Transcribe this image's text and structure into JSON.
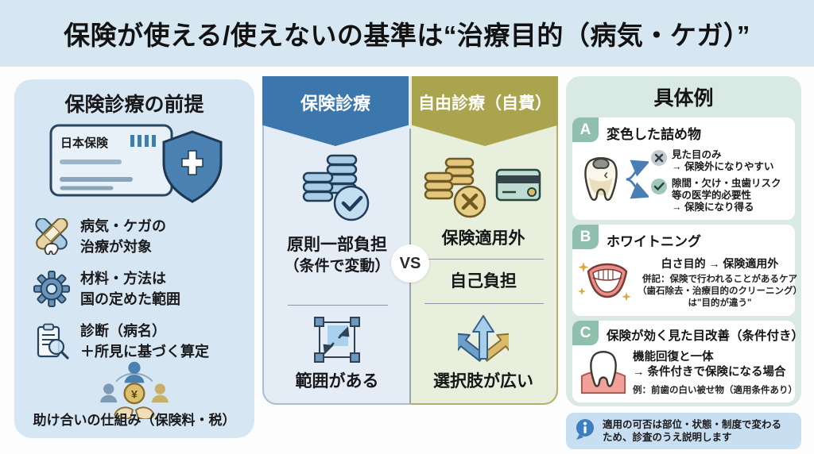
{
  "header": {
    "title": "保険が使える/使えないの基準は“治療目的（病気・ケガ）”"
  },
  "left_panel": {
    "heading": "保険診療の前提",
    "insurance_card_label": "日本保険",
    "coin_symbol": "¥",
    "items": [
      {
        "icon": "bandages-tooth-icon",
        "line1": "病気・ケガの",
        "line2": "治療が対象"
      },
      {
        "icon": "gear-icon",
        "line1": "材料・方法は",
        "line2": "国の定めた範囲"
      },
      {
        "icon": "clipboard-search-icon",
        "line1": "診断（病名）",
        "line2": "＋所見に基づく算定"
      }
    ],
    "footer": "助け合いの仕組み（保険料・税）"
  },
  "comparison": {
    "vs_label": "VS",
    "insurance_column": {
      "header": "保険診療",
      "cost_line1": "原則一部負担",
      "cost_line2": "（条件で変動）",
      "scope": "範囲がある",
      "accent_color": "#3b77ad"
    },
    "free_column": {
      "header": "自由診療（自費）",
      "coverage": "保険適用外",
      "cost": "自己負担",
      "choice": "選択肢が広い",
      "accent_color": "#aba44e"
    }
  },
  "examples": {
    "heading": "具体例",
    "cards": [
      {
        "badge": "A",
        "title": "変色した詰め物",
        "no_line1": "見た目のみ",
        "no_line2": "→ 保険外になりやすい",
        "yes_line1": "隙間・欠け・虫歯リスク",
        "yes_line2": "等の医学的必要性",
        "yes_line3": "→ 保険になり得る"
      },
      {
        "badge": "B",
        "title": "ホワイトニング",
        "main": "白さ目的 → 保険適用外",
        "note_line1": "併記：保険で行われることがあるケア",
        "note_line2": "（歯石除去・治療目的のクリーニング）",
        "note_line3": "は\"目的が違う\""
      },
      {
        "badge": "C",
        "title": "保険が効く見た目改善（条件付き）",
        "main_line1": "機能回復と一体",
        "main_line2": "→ 条件付きで保険になる場合",
        "note": "例：前歯の白い被せ物（適用条件あり）"
      }
    ],
    "footnote": {
      "line1": "適用の可否は部位・状態・制度で変わる",
      "line2": "ため、診査のうえ説明します"
    }
  },
  "colors": {
    "header_band": "#d7e7f2",
    "left_panel_bg": "#d6e7f3",
    "insurance_ribbon": "#3b77ad",
    "free_ribbon": "#aba44e",
    "insurance_col_bg": "#e4edf5",
    "free_col_bg": "#e8efdc",
    "examples_panel_bg": "#d8eae3",
    "badge_teal": "#8fc0ae",
    "footnote_bg": "#c8def1",
    "info_icon_blue": "#3d7ec0"
  }
}
